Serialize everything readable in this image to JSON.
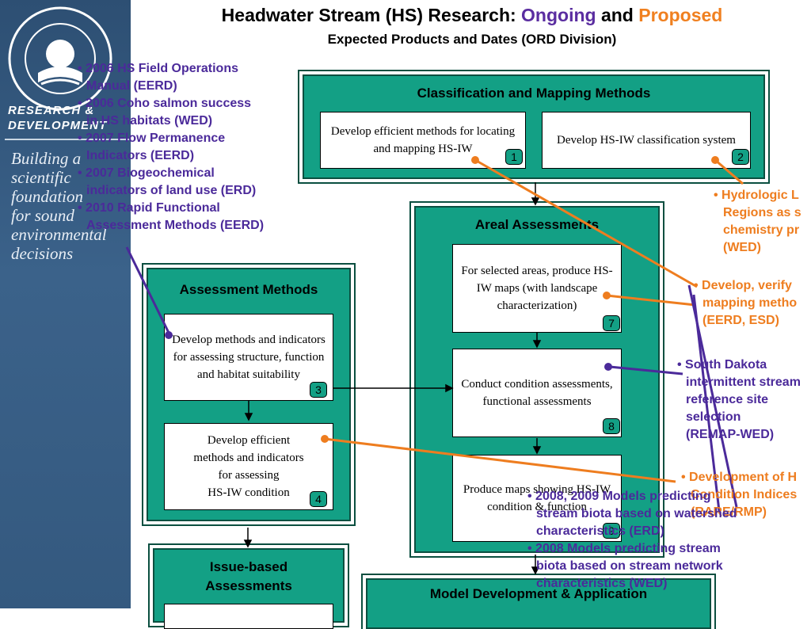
{
  "title": {
    "prefix": "Headwater Stream (HS) Research: ",
    "ongoing": "Ongoing",
    "and": " and ",
    "proposed": "Proposed"
  },
  "subtitle": "Expected Products and Dates (ORD Division)",
  "sidebar": {
    "rd_line1": "RESEARCH &",
    "rd_line2": "DEVELOPMENT",
    "tagline": [
      "Building a",
      "scientific",
      "foundation",
      "for sound",
      "environmental",
      "decisions"
    ]
  },
  "products_list": [
    "• 2006 HS Field Operations",
    "Manual (EERD)",
    "• 2006 Coho salmon success",
    "in HS habitats (WED)",
    "• 2007 Flow Permanence",
    "Indicators (EERD)",
    "• 2007 Biogeochemical",
    "indicators of land use (ERD)",
    "• 2010 Rapid Functional",
    "Assessment Methods (EERD)"
  ],
  "classification": {
    "title": "Classification and Mapping Methods",
    "box1": "Develop efficient methods for locating and mapping HS-IW",
    "num1": "1",
    "box2": "Develop HS-IW classification system",
    "num2": "2"
  },
  "areal": {
    "title": "Areal Assessments",
    "box7": "For selected areas, produce HS-IW maps (with landscape characterization)",
    "num7": "7",
    "box8": "Conduct condition assessments, functional assessments",
    "num8": "8",
    "box9": "Produce maps showing HS-IW condition & function",
    "num9": "9"
  },
  "assessment": {
    "title": "Assessment Methods",
    "box3": "Develop methods and indicators for assessing structure, function and habitat suitability",
    "num3": "3",
    "box4a": "Develop efficient",
    "box4b": "methods and indicators",
    "box4c": "for assessing",
    "box4d": "HS-IW condition",
    "num4": "4"
  },
  "issue": {
    "title_line1": "Issue-based",
    "title_line2": "Assessments"
  },
  "model": {
    "title": "Model Development & Application"
  },
  "right_notes": {
    "hydro": [
      "• Hydrologic L",
      "Regions as s",
      "chemistry pr",
      "(WED)"
    ],
    "develop_verify": [
      "• Develop, verify",
      "mapping metho",
      "(EERD, ESD)"
    ],
    "south_dakota": [
      "• South Dakota",
      "intermittent stream",
      "reference site",
      "selection",
      "(REMAP-WED)"
    ],
    "development_of": [
      "• Development of H",
      "Condition Indices",
      "(RARE/RMP)"
    ]
  },
  "bottom_notes": [
    "• 2008, 2009 Models predicting",
    "stream biota based on watershed",
    "characteristics (ERD)",
    "• 2008 Models predicting stream",
    "biota based on stream network",
    "characteristics (WED)"
  ],
  "colors": {
    "panel": "#13a085",
    "purple": "#4b2a9a",
    "orange": "#ee7d1f",
    "sidebar": "#34597f"
  }
}
